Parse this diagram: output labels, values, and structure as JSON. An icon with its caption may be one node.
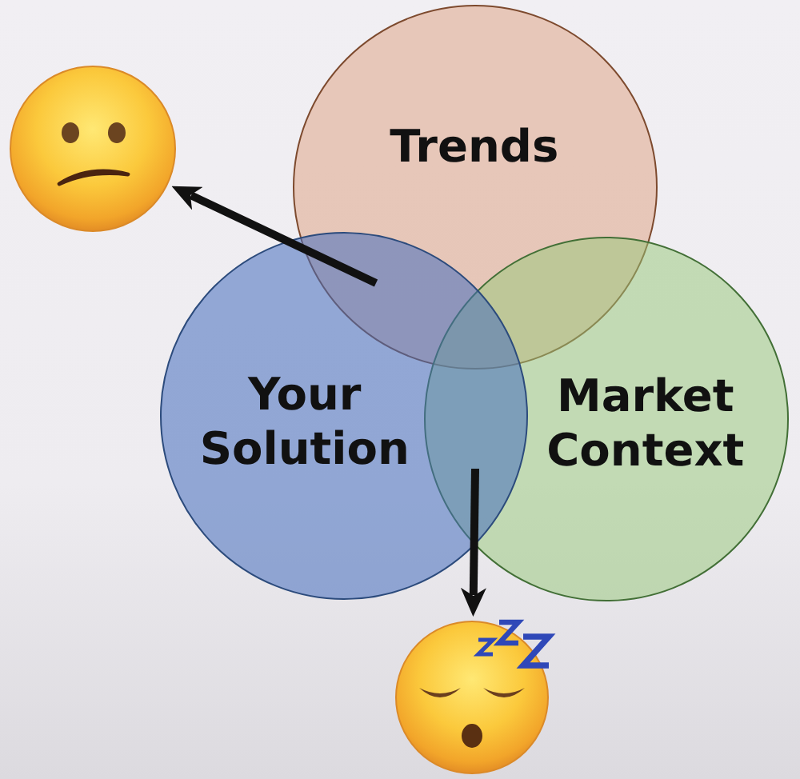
{
  "diagram": {
    "nodes": [
      {
        "text": [
          "Trends"
        ]
      },
      {
        "text": [
          "Your Solution"
        ]
      },
      {
        "text": [
          "Market Context"
        ]
      },
      {
        "text": [],
        "shape": "picture"
      },
      {
        "text": [],
        "shape": "picture"
      }
    ],
    "edges": [
      {
        "from": 0,
        "to": 3,
        "arrow": "to"
      },
      {
        "from": 1,
        "to": 3,
        "arrow": "to"
      },
      {
        "from": 1,
        "to": 4,
        "arrow": "to"
      },
      {
        "from": 2,
        "to": 4,
        "arrow": "to"
      }
    ]
  }
}
